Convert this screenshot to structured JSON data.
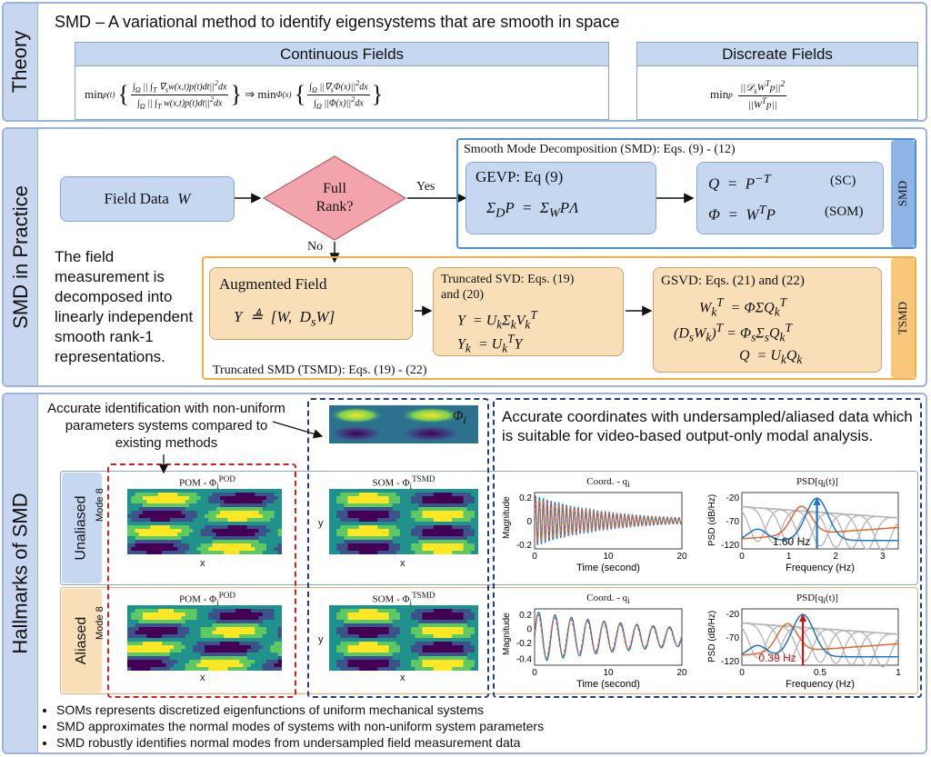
{
  "theory": {
    "label": "Theory",
    "title": "SMD – A variational method to identify eigensystems that are smooth in space",
    "continuous_header": "Continuous Fields",
    "discrete_header": "Discreate Fields"
  },
  "practice": {
    "label": "SMD in Practice",
    "description": "The field measurement is decomposed into linearly independent smooth rank-1 representations.",
    "field_data": "Field Data",
    "full_rank": "Full Rank?",
    "yes": "Yes",
    "no": "No",
    "smd_title": "Smooth Mode Decomposition (SMD): Eqs. (9) - (12)",
    "gevp_title": "GEVP: Eq (9)",
    "smd_tag": "SMD",
    "tsmd_tag": "TSMD",
    "augmented": "Augmented Field",
    "tsvd_title": "Truncated SVD: Eqs. (19) and (20)",
    "gsvd_title": "GSVD: Eqs. (21) and (22)",
    "tsmd_title": "Truncated SMD (TSMD): Eqs. (19) - (22)",
    "sc": "(SC)",
    "som": "(SOM)"
  },
  "hallmarks": {
    "label": "Hallmarks of SMD",
    "note_left": "Accurate identification with non-uniform parameters systems compared to existing methods",
    "note_right": "Accurate coordinates with undersampled/aliased data which is suitable for video-based output-only modal analysis.",
    "unaliased": "Unaliased",
    "aliased": "Aliased",
    "pom_title": "POM",
    "som_title": "SOM",
    "mode_label": "Mode 8",
    "x_label": "x",
    "y_label": "y",
    "coord_title": "Coord. - q",
    "psd_title": "PSD[q",
    "magnitude": "Magnitude",
    "time_label": "Time (second)",
    "freq_label": "Frequency (Hz)",
    "psd_ylabel": "PSD (dB/Hz)",
    "peak_unaliased": "1.60 Hz",
    "peak_aliased": "0.39 Hz",
    "bullets": [
      "SOMs represents discretized eigenfunctions of uniform mechanical systems",
      "SMD approximates the normal modes of systems with non-uniform system parameters",
      "SMD robustly identifies normal modes from undersampled field measurement data"
    ]
  },
  "colors": {
    "blue_panel": "#c6d7f0",
    "orange_panel": "#f9dfb8",
    "red_dash": "#d02020",
    "navy_dash": "#1f3c88",
    "signal_blue": "#1a74c8",
    "signal_orange": "#e0682a"
  }
}
